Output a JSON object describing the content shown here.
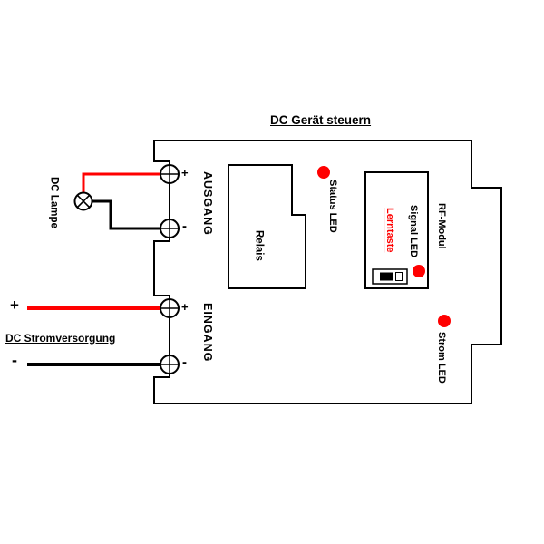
{
  "title": "DC Gerät steuern",
  "device": {
    "output_section_label": "AUSGANG",
    "input_section_label": "EINGANG",
    "relay_label": "Relais",
    "rf_module_label": "RF-Modul",
    "learn_button_label": "Lerntaste"
  },
  "leds": [
    {
      "name": "Status LED",
      "color": "#ff0000"
    },
    {
      "name": "Signal LED",
      "color": "#ff0000"
    },
    {
      "name": "Strom LED",
      "color": "#ff0000"
    }
  ],
  "terminals": [
    {
      "group": "AUSGANG",
      "polarity": "+"
    },
    {
      "group": "AUSGANG",
      "polarity": "-"
    },
    {
      "group": "EINGANG",
      "polarity": "+"
    },
    {
      "group": "EINGANG",
      "polarity": "-"
    }
  ],
  "load": {
    "label": "DC Lampe"
  },
  "power": {
    "label": "DC Stromversorgung",
    "plus": "+",
    "minus": "-"
  },
  "colors": {
    "positive_wire": "#ff0000",
    "negative_wire": "#000000",
    "led": "#ff0000",
    "learn_button_text": "#ff0000",
    "outline": "#000000",
    "background": "#ffffff"
  }
}
